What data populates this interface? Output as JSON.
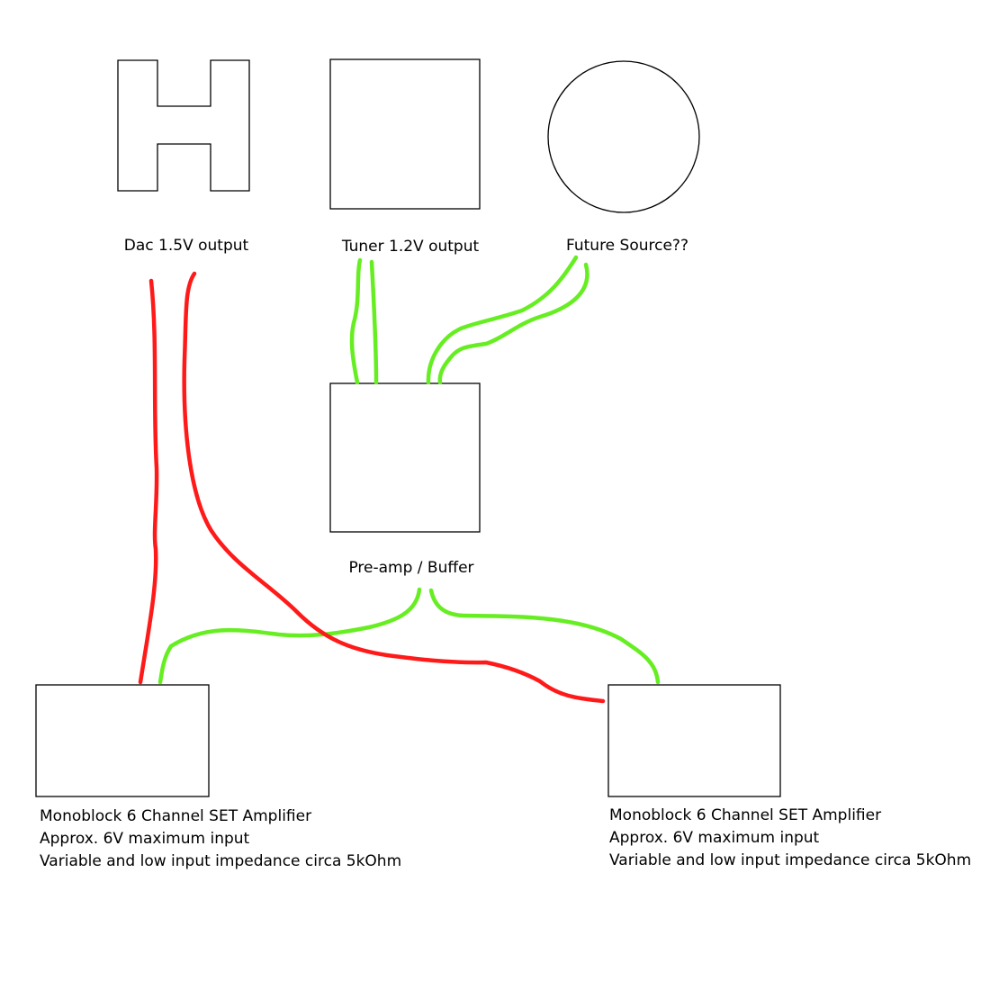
{
  "colors": {
    "red_cable": "#ff1a1a",
    "green_cable": "#66ee22",
    "outline": "#000000",
    "background": "#ffffff"
  },
  "sources": {
    "dac": {
      "label": "Dac 1.5V output",
      "icon": "h-shape-icon"
    },
    "tuner": {
      "label": "Tuner 1.2V output",
      "icon": "square-icon"
    },
    "future": {
      "label": "Future Source??",
      "icon": "circle-icon"
    }
  },
  "preamp": {
    "label": "Pre-amp / Buffer"
  },
  "amplifiers": {
    "left": {
      "lines": [
        "Monoblock 6 Channel SET Amplifier",
        "Approx. 6V maximum input",
        "Variable and low input impedance circa 5kOhm"
      ]
    },
    "right": {
      "lines": [
        "Monoblock 6 Channel SET Amplifier",
        "Approx. 6V maximum input",
        "Variable and low input impedance circa 5kOhm"
      ]
    }
  }
}
